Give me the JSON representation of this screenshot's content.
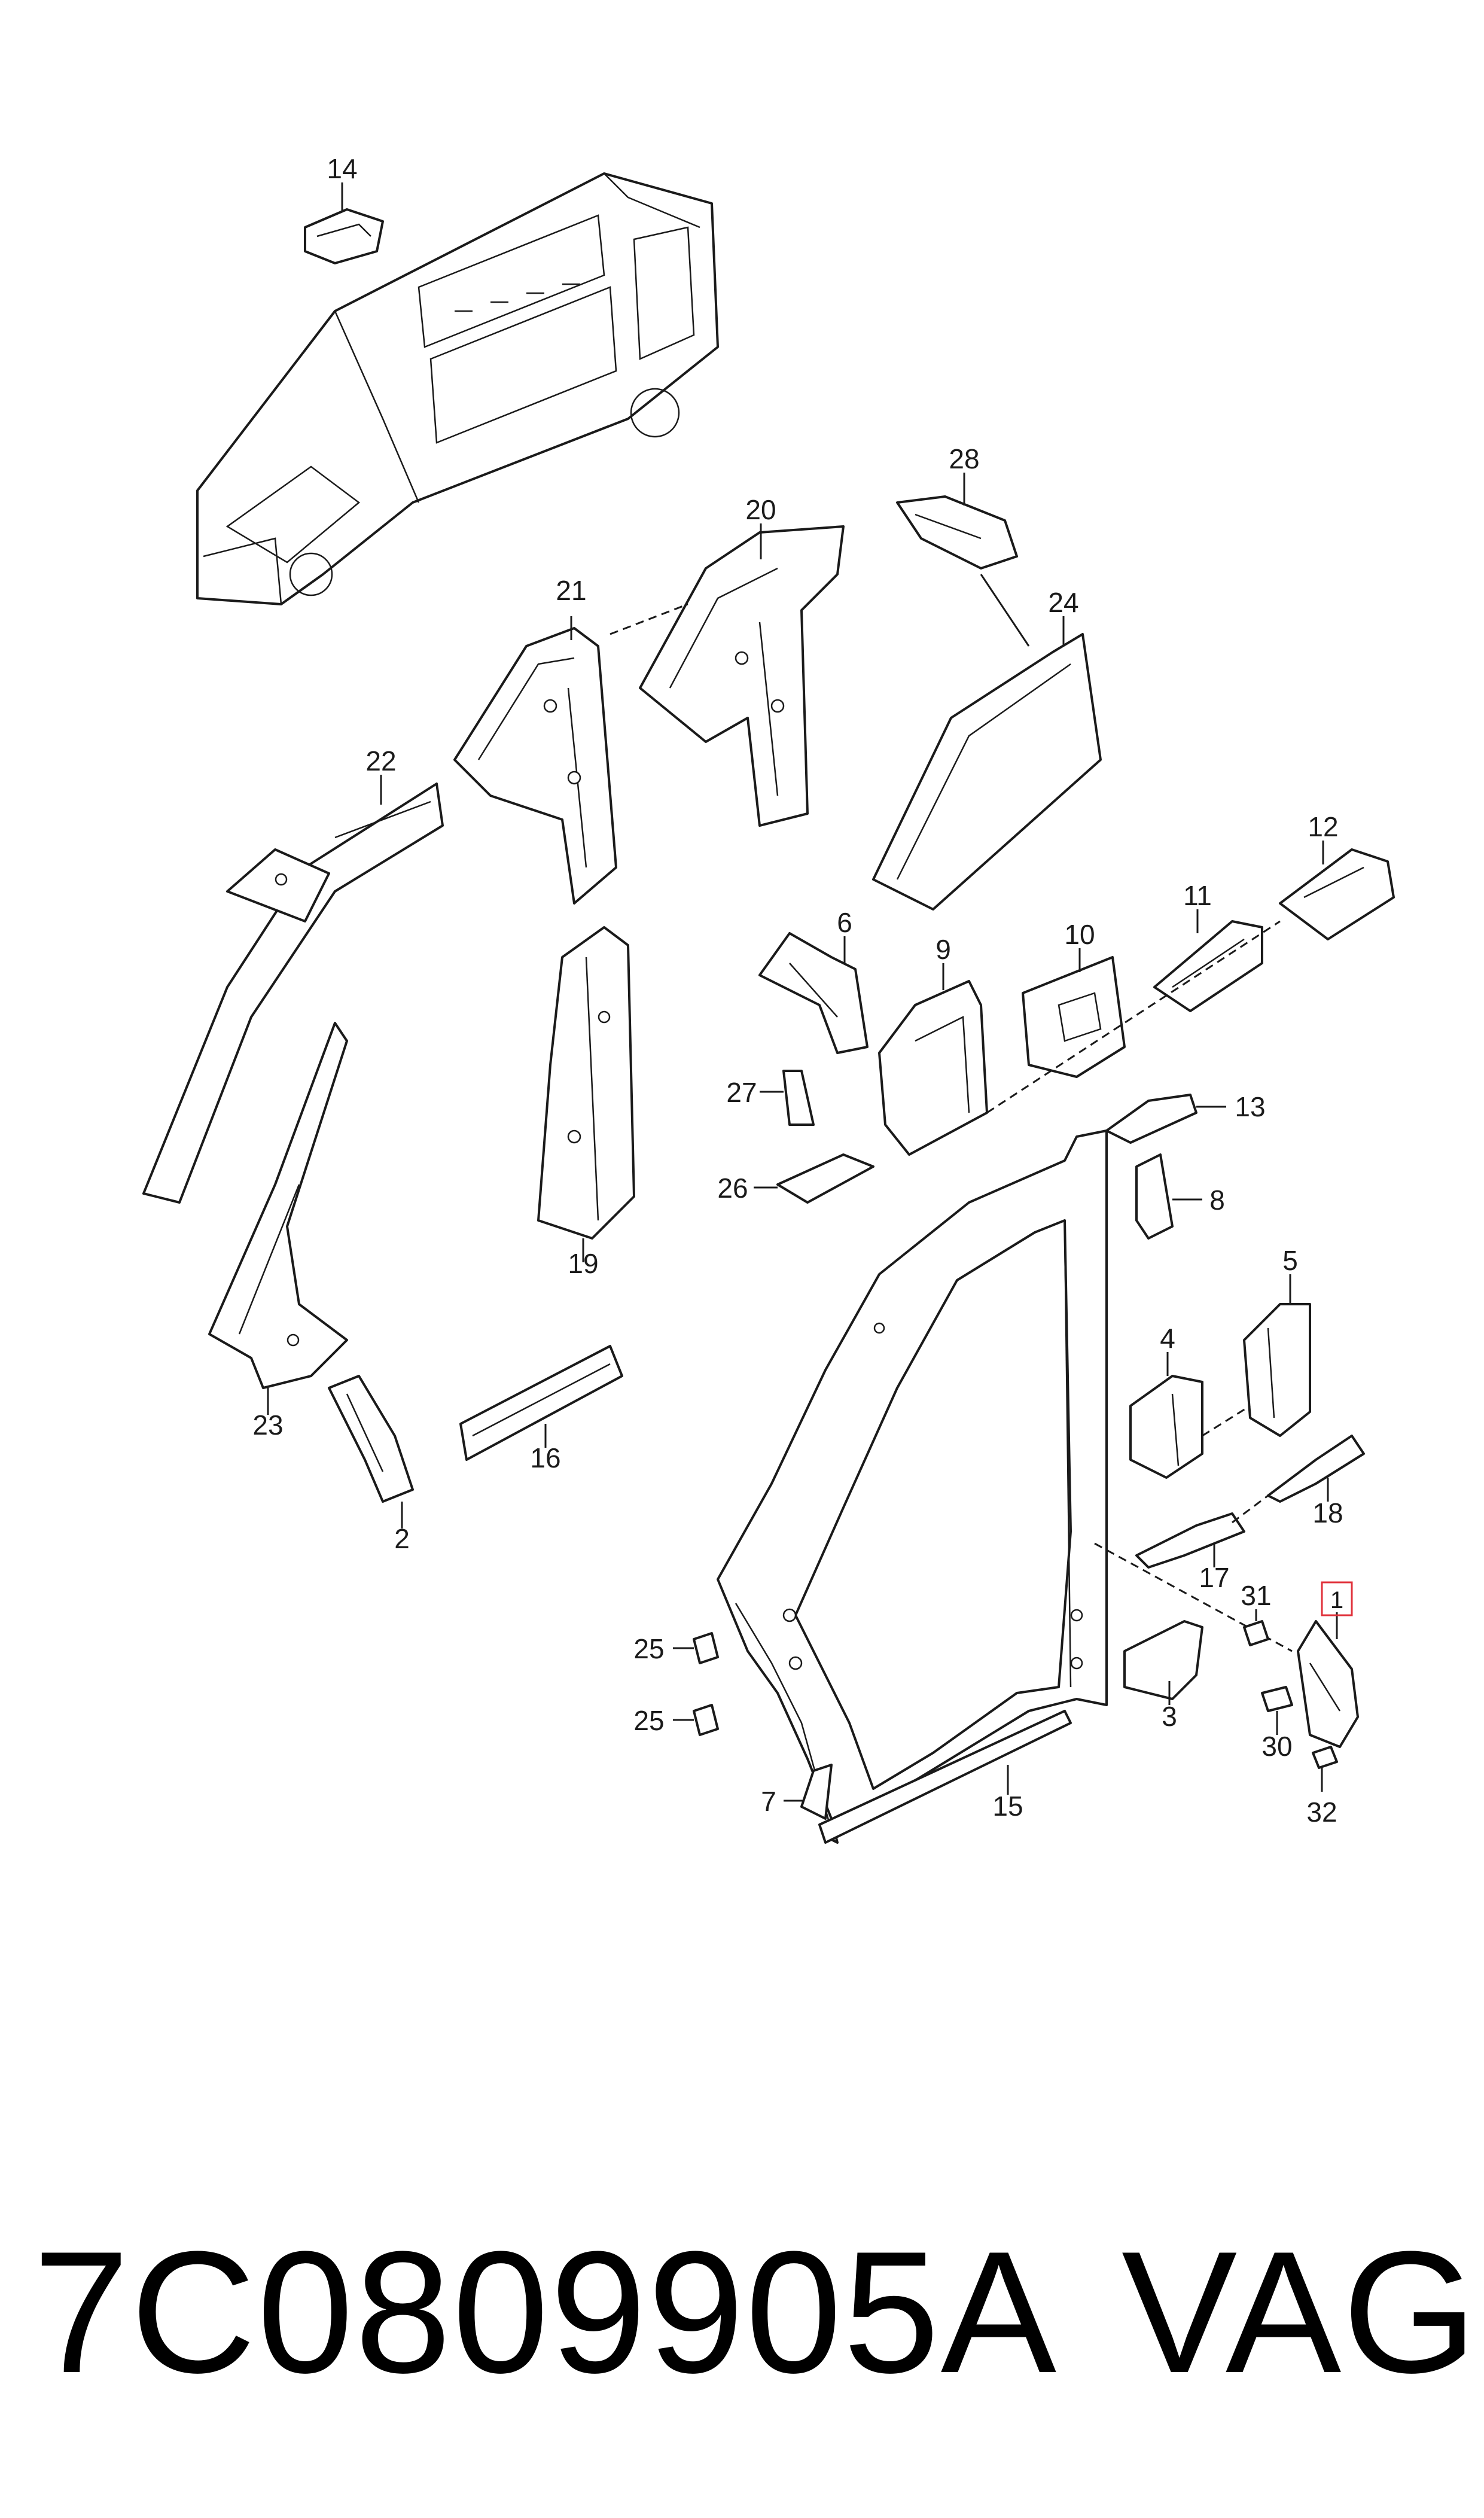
{
  "callouts": {
    "c1": "1",
    "c2": "2",
    "c3": "3",
    "c4": "4",
    "c5": "5",
    "c6": "6",
    "c7": "7",
    "c8": "8",
    "c9": "9",
    "c10": "10",
    "c11": "11",
    "c12": "12",
    "c13": "13",
    "c14": "14",
    "c15": "15",
    "c16": "16",
    "c17": "17",
    "c18": "18",
    "c19": "19",
    "c20": "20",
    "c21": "21",
    "c22": "22",
    "c23": "23",
    "c24": "24",
    "c25a": "25",
    "c25b": "25",
    "c26": "26",
    "c27": "27",
    "c28": "28",
    "c30": "30",
    "c31": "31",
    "c32": "32"
  },
  "highlight_color": "#e0303a",
  "footer": {
    "part_number": "7C0809905A",
    "brand": "VAG"
  }
}
